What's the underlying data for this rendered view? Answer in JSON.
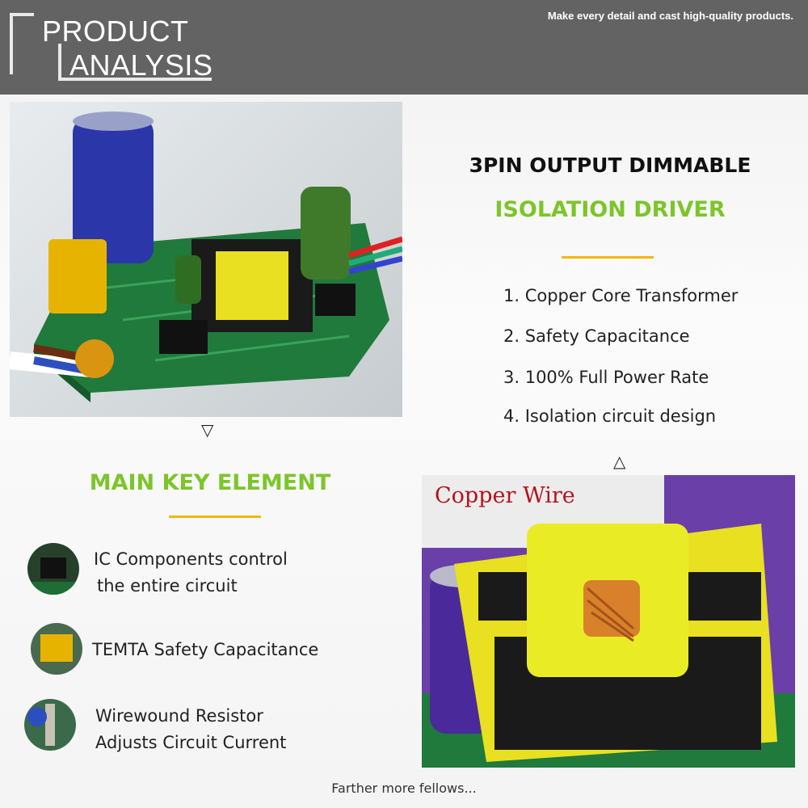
{
  "header": {
    "title_line1": "PRODUCT",
    "title_line2": "ANALYSIS",
    "tagline": "Make every detail and cast high-quality products."
  },
  "product": {
    "heading": "3PIN OUTPUT DIMMABLE",
    "subheading": "ISOLATION DRIVER",
    "features": [
      "1. Copper Core Transformer",
      "2. Safety Capacitance",
      "3. 100% Full Power Rate",
      "4. Isolation circuit design"
    ]
  },
  "key_elements": {
    "heading": "MAIN KEY ELEMENT",
    "items": [
      {
        "line1": "IC Components control",
        "line2": "the entire circuit"
      },
      {
        "line1": "TEMTA Safety Capacitance",
        "line2": ""
      },
      {
        "line1": "Wirewound Resistor",
        "line2": "Adjusts Circuit Current"
      }
    ]
  },
  "photo_labels": {
    "copper_wire": "Copper Wire"
  },
  "footer": {
    "text": "Farther more fellows..."
  },
  "colors": {
    "header_bg": "#636363",
    "accent_green": "#7cc52a",
    "accent_yellow": "#f2b70f",
    "label_red": "#b3141b"
  }
}
